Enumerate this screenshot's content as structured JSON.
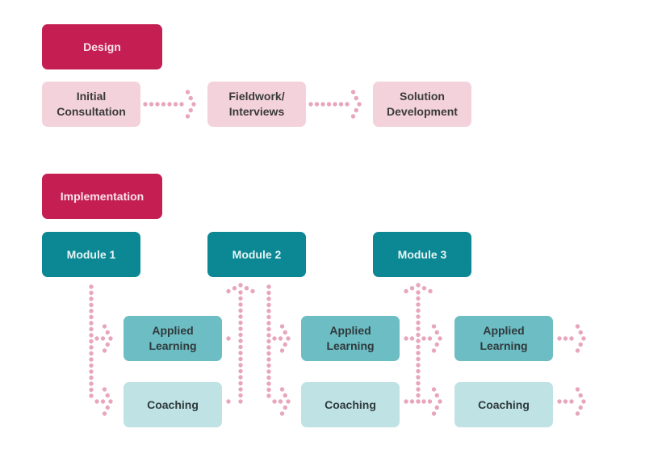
{
  "colors": {
    "phase": "#c41e52",
    "design_step": "#f3d2dc",
    "module": "#0b8894",
    "applied_learning": "#6dbdc4",
    "coaching": "#bfe2e5",
    "dotted_arrow": "#e8a6bd"
  },
  "design": {
    "label": "Design",
    "steps": [
      {
        "label": "Initial\nConsultation"
      },
      {
        "label": "Fieldwork/\nInterviews"
      },
      {
        "label": "Solution\nDevelopment"
      }
    ]
  },
  "implementation": {
    "label": "Implementation",
    "modules": [
      {
        "label": "Module 1",
        "applied": "Applied\nLearning",
        "coaching": "Coaching"
      },
      {
        "label": "Module 2",
        "applied": "Applied\nLearning",
        "coaching": "Coaching"
      },
      {
        "label": "Module 3",
        "applied": "Applied\nLearning",
        "coaching": "Coaching"
      }
    ]
  }
}
